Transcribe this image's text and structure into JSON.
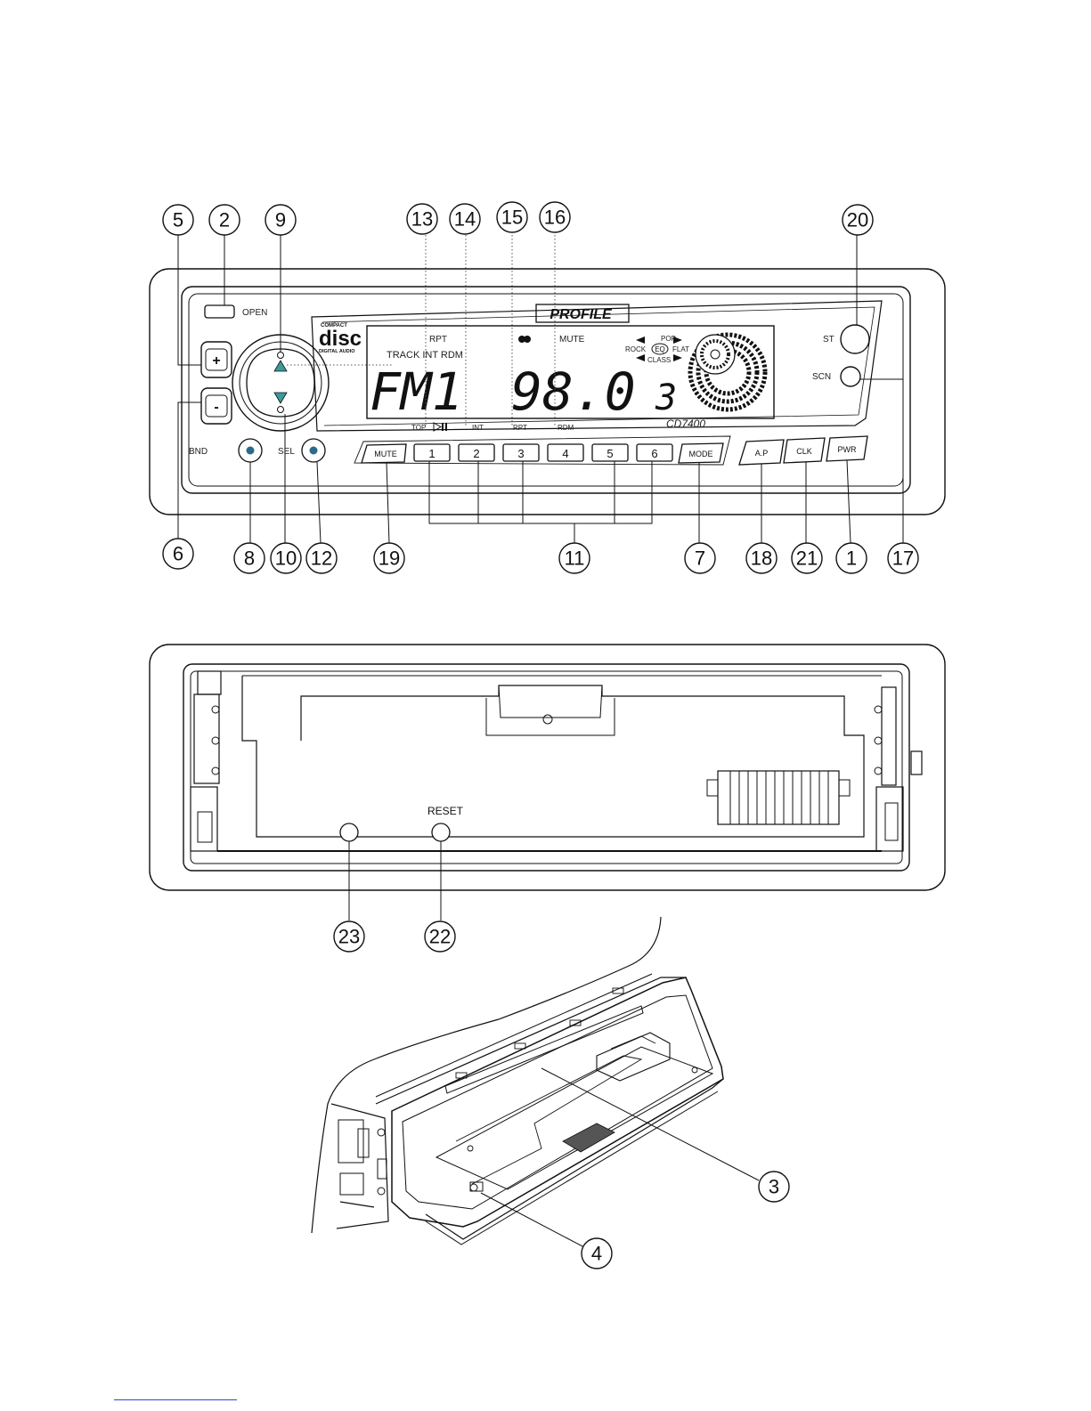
{
  "front_panel": {
    "open_label": "OPEN",
    "brand": "PROFILE",
    "disc_logo": "disc",
    "disc_logo_top": "COMPACT",
    "disc_logo_bottom": "DIGITAL AUDIO",
    "model": "CD7400",
    "knob_plus": "+",
    "knob_minus": "-",
    "bnd_label": "BND",
    "sel_label": "SEL",
    "st_label": "ST",
    "scn_label": "SCN",
    "display": {
      "rpt": "RPT",
      "track_int_rdm": "TRACK INT RDM",
      "band": "FM1",
      "frequency": "98.0",
      "preset": "3",
      "mute": "MUTE",
      "eq_pop": "POP",
      "eq_rock": "ROCK",
      "eq_center": "EQ",
      "eq_flat": "FLAT",
      "eq_class": "CLASS",
      "stereo_icon": "stereo-icon"
    },
    "sub_labels": {
      "top": "TOP",
      "play_icon": "play-pause-icon",
      "int": "INT",
      "rpt": "RPT",
      "rdm": "RDM"
    },
    "buttons": {
      "mute": "MUTE",
      "p1": "1",
      "p2": "2",
      "p3": "3",
      "p4": "4",
      "p5": "5",
      "p6": "6",
      "mode": "MODE",
      "ap": "A.P",
      "clk": "CLK",
      "pwr": "PWR"
    }
  },
  "rear_panel": {
    "reset_label": "RESET"
  },
  "callouts": {
    "c1": "1",
    "c2": "2",
    "c3": "3",
    "c4": "4",
    "c5": "5",
    "c6": "6",
    "c7": "7",
    "c8": "8",
    "c9": "9",
    "c10": "10",
    "c11": "11",
    "c12": "12",
    "c13": "13",
    "c14": "14",
    "c15": "15",
    "c16": "16",
    "c17": "17",
    "c18": "18",
    "c19": "19",
    "c20": "20",
    "c21": "21",
    "c22": "22",
    "c23": "23"
  }
}
